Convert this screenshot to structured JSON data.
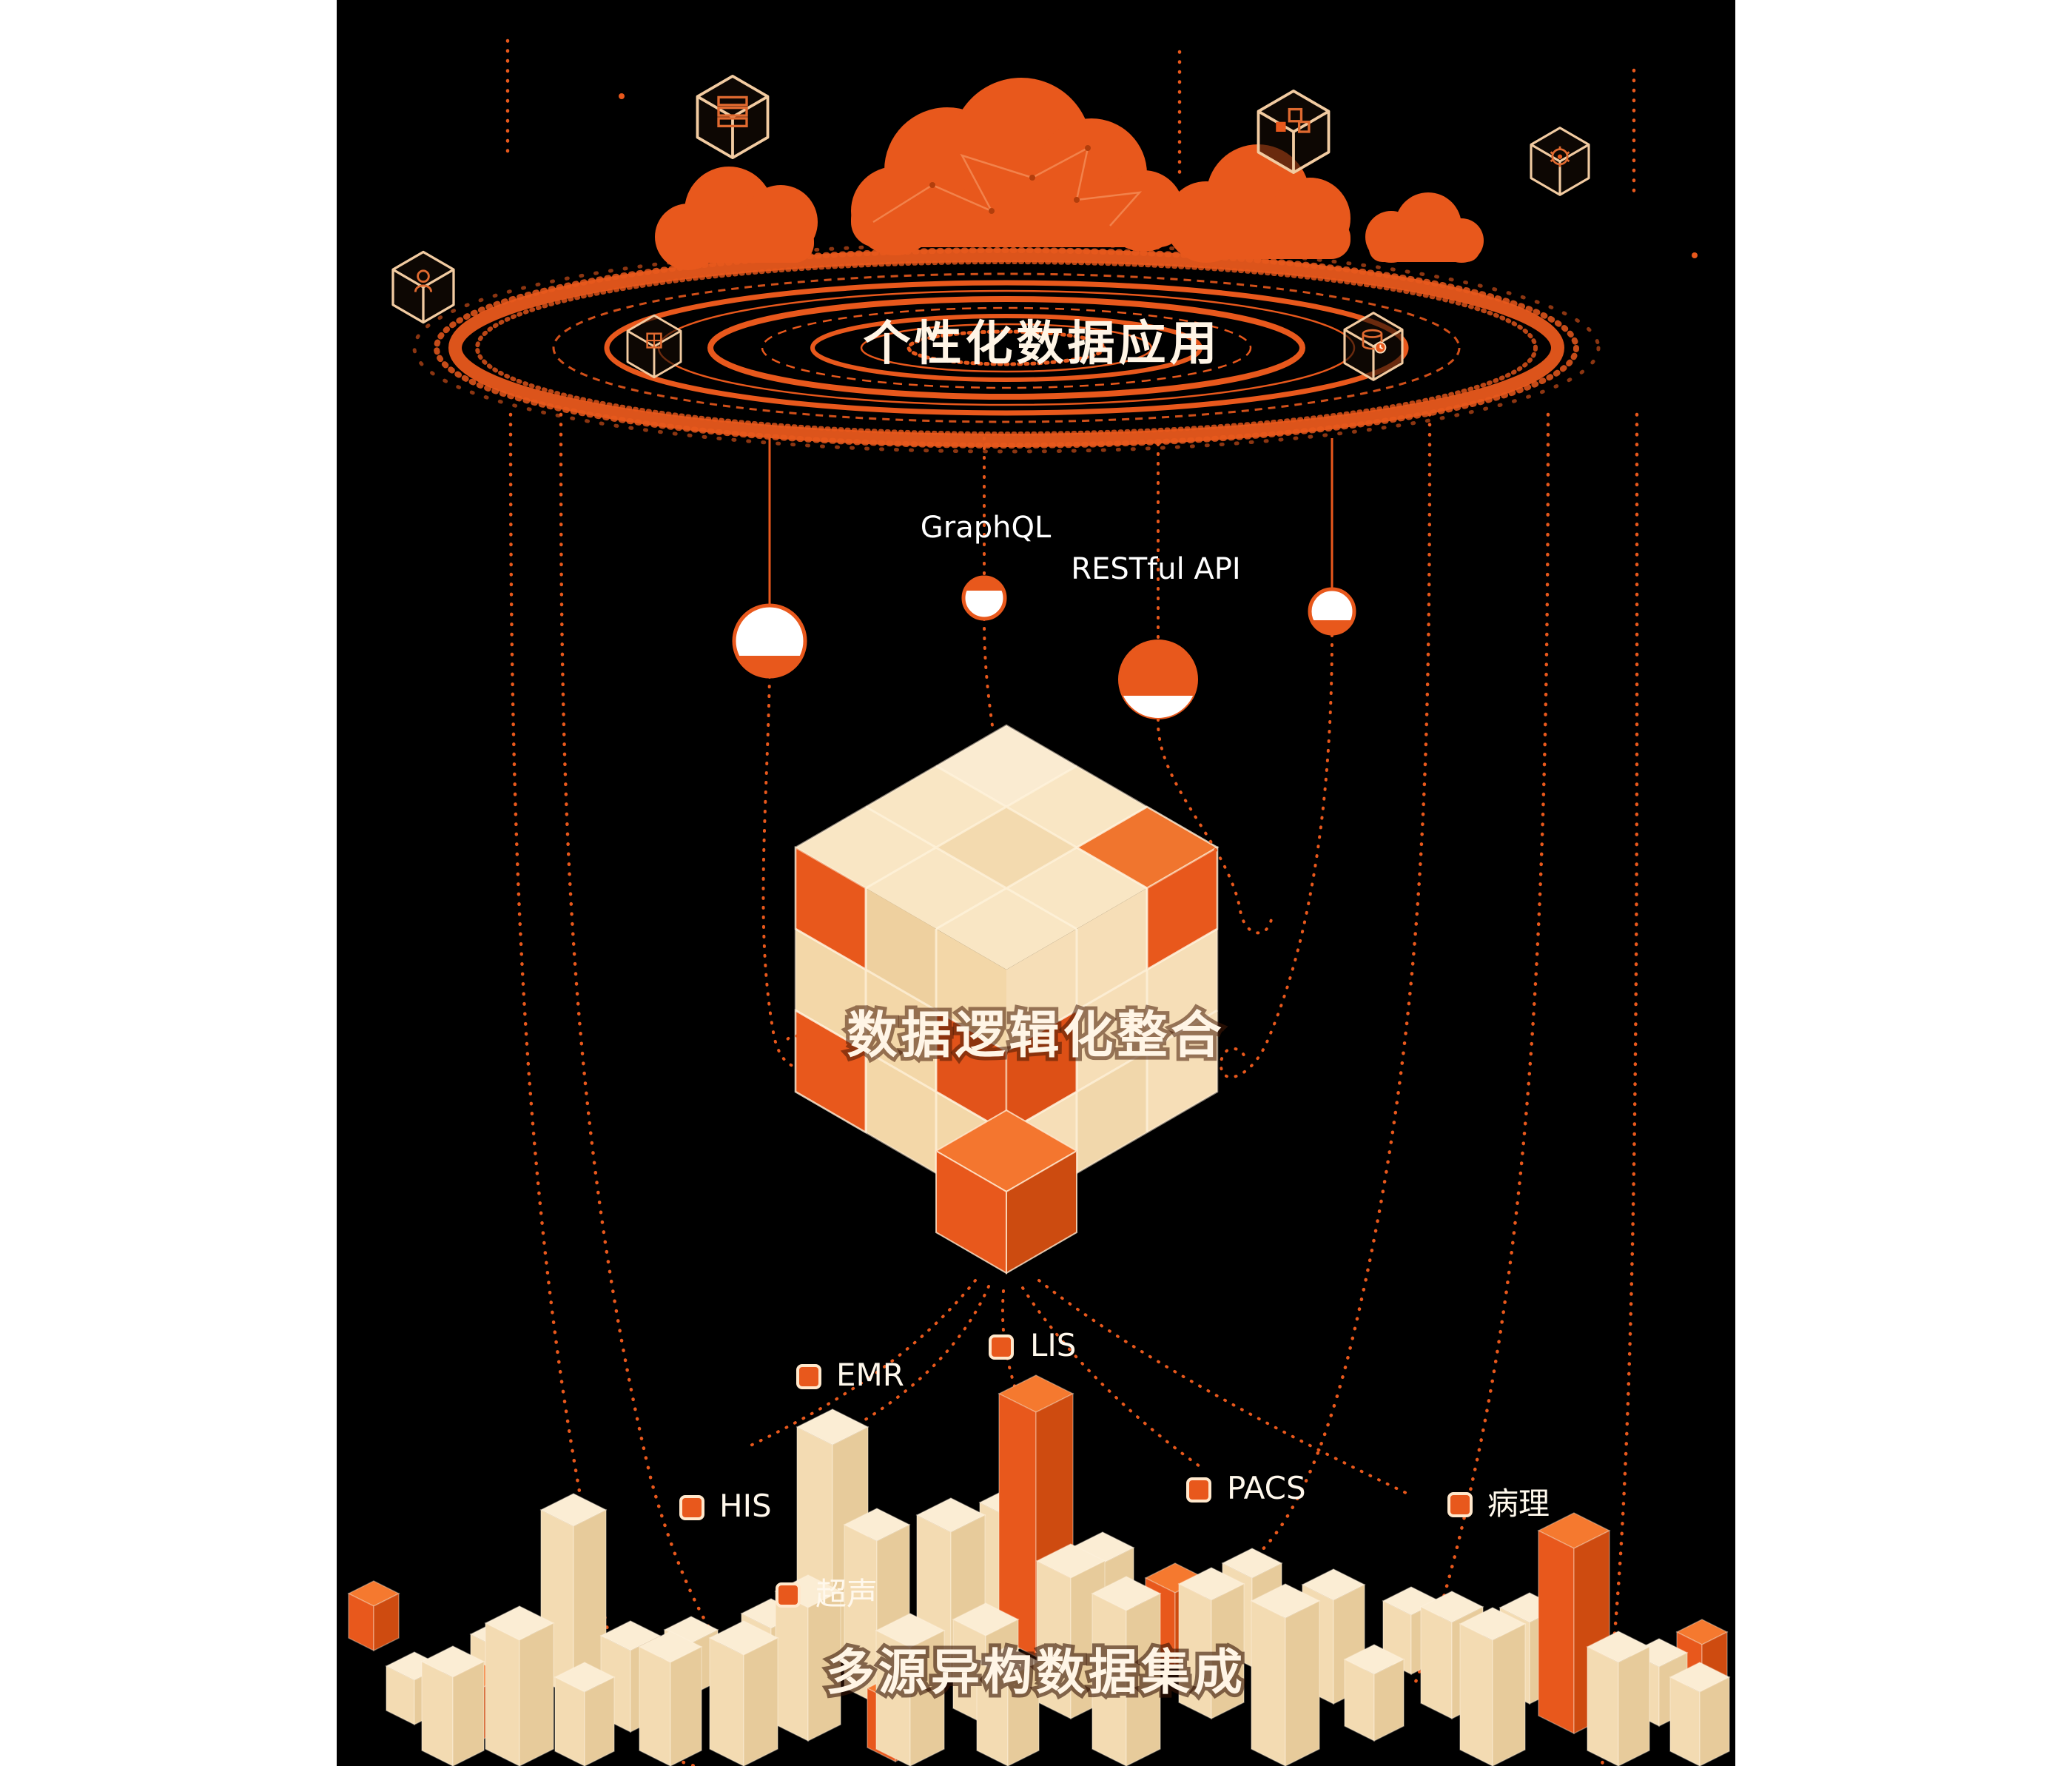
{
  "meta": {
    "language": "zh-CN"
  },
  "colors": {
    "background": "#000000",
    "page": "#FFFFFF",
    "orange": "#E8581C",
    "orange_bright": "#F5792F",
    "orange_deep": "#CE4B10",
    "cream": "#F8E3BC",
    "cream_light": "#FBEDD4",
    "cream_deep": "#E7CB9B",
    "beige_outline": "#F2CBA1",
    "text_light": "#FFF5E6"
  },
  "top": {
    "title": "个性化数据应用"
  },
  "middle": {
    "title": "数据逻辑化整合",
    "api_labels": {
      "graphql": "GraphQL",
      "restful": "RESTful API"
    }
  },
  "bottom": {
    "title": "多源异构数据集成",
    "sources": [
      {
        "id": "emr",
        "label": "EMR"
      },
      {
        "id": "lis",
        "label": "LIS"
      },
      {
        "id": "his",
        "label": "HIS"
      },
      {
        "id": "pacs",
        "label": "PACS"
      },
      {
        "id": "pathology",
        "label": "病理"
      },
      {
        "id": "ultrasound",
        "label": "超声"
      }
    ]
  },
  "icons": {
    "cloud": "cloud-shape",
    "server_cube": "isometric-cube-with-server-glyph",
    "modules_cube": "isometric-cube-with-modules-glyph",
    "gear_cube": "isometric-cube-with-gear-glyph",
    "user_cube": "isometric-cube-with-user-glyph",
    "package_cube": "isometric-cube-with-package-glyph",
    "database_cube": "isometric-cube-with-database-glyph"
  }
}
